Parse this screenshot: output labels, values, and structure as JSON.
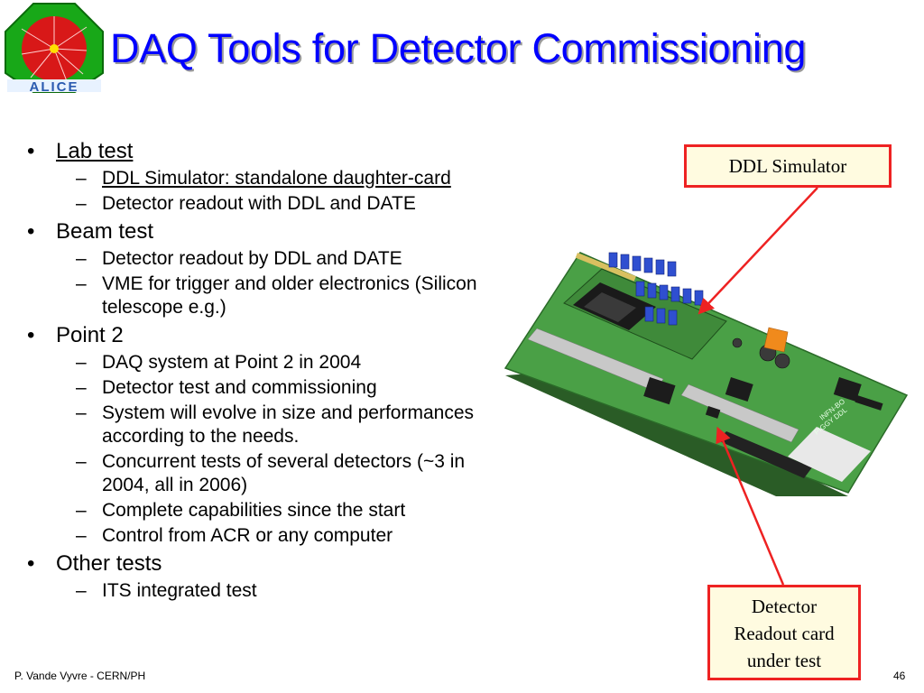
{
  "slide": {
    "title": "DAQ Tools for Detector Commissioning",
    "logo_text": "ALICE",
    "bullets": [
      {
        "text": "Lab test",
        "underline": true,
        "sub": [
          {
            "text": "DDL Simulator: standalone daughter-card",
            "underline": true
          },
          {
            "text": "Detector readout with DDL and DATE"
          }
        ]
      },
      {
        "text": "Beam test",
        "sub": [
          {
            "text": "Detector readout by DDL and DATE"
          },
          {
            "text": "VME for trigger and older electronics (Silicon telescope e.g.)"
          }
        ]
      },
      {
        "text": "Point 2",
        "sub": [
          {
            "text": "DAQ system at Point 2 in 2004"
          },
          {
            "text": "Detector test and commissioning"
          },
          {
            "text": "System will evolve in size and performances according to the needs."
          },
          {
            "text": "Concurrent tests of several detectors (~3 in 2004, all in 2006)"
          },
          {
            "text": "Complete capabilities since the start"
          },
          {
            "text": "Control from ACR or any computer"
          }
        ]
      },
      {
        "text": "Other tests",
        "sub": [
          {
            "text": "ITS integrated test"
          }
        ]
      }
    ],
    "callouts": {
      "top": "DDL Simulator",
      "bottom_lines": [
        "Detector",
        "Readout card",
        "under test"
      ]
    },
    "board_labels": [
      "INFN-BO",
      "PIGGY DDL"
    ],
    "footer": {
      "author": "P. Vande Vyvre - CERN/PH",
      "page": "46"
    },
    "colors": {
      "title": "#0000ff",
      "callout_border": "#ee2222",
      "arrow": "#ee2222",
      "pcb": "#3f9a3c"
    }
  }
}
